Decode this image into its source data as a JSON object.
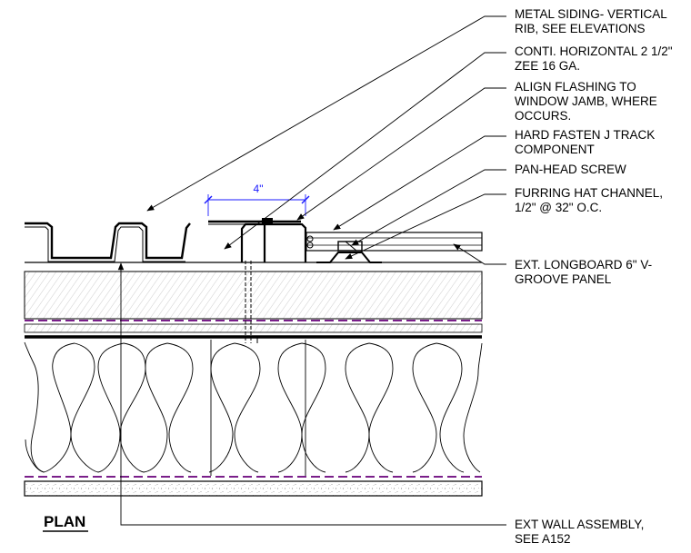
{
  "callouts": [
    {
      "line1": "METAL SIDING- VERTICAL",
      "line2": "RIB, SEE ELEVATIONS"
    },
    {
      "line1": "CONTI. HORIZONTAL 2 1/2\"",
      "line2": "ZEE 16 GA."
    },
    {
      "line1": "ALIGN FLASHING TO",
      "line2": "WINDOW JAMB, WHERE",
      "line3": "OCCURS."
    },
    {
      "line1": "HARD FASTEN J TRACK",
      "line2": "COMPONENT"
    },
    {
      "line1": "PAN-HEAD SCREW"
    },
    {
      "line1": "FURRING HAT CHANNEL,",
      "line2": "1/2\" @ 32\" O.C."
    },
    {
      "line1": "EXT. LONGBOARD 6\" V-",
      "line2": "GROOVE PANEL"
    },
    {
      "line1": "EXT WALL ASSEMBLY,",
      "line2": "SEE A152"
    }
  ],
  "dimension": {
    "label": "4\""
  },
  "view_title": "PLAN",
  "colors": {
    "line": "#000000",
    "dimension": "#1a1aff",
    "vapor_barrier": "#7a1f8a",
    "hatch": "#9a9a9a"
  }
}
